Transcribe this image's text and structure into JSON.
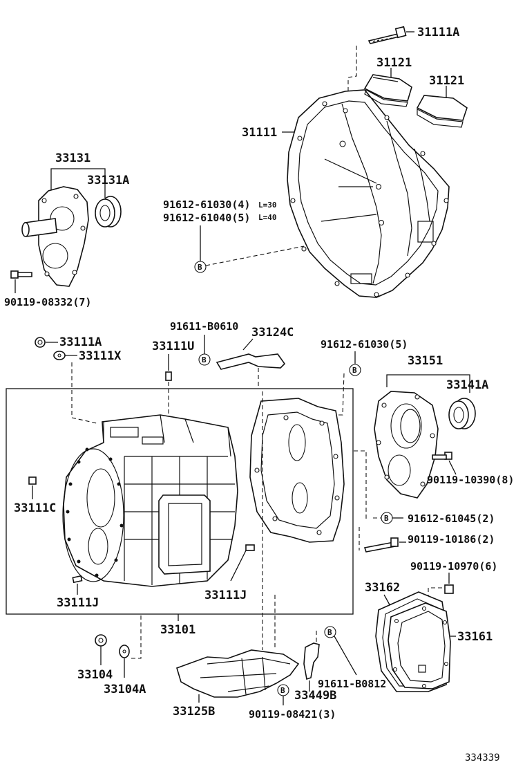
{
  "callouts": {
    "c31111A": "31111A",
    "c31121a": "31121",
    "c31121b": "31121",
    "c31111": "31111",
    "c33131": "33131",
    "c33131A": "33131A",
    "c91612_61030_4": "91612-61030(4)",
    "c91612_61040_5": "91612-61040(5)",
    "cL30": "L=30",
    "cL40": "L=40",
    "c90119_08332": "90119-08332(7)",
    "c91611_B0610": "91611-B0610",
    "c33124C": "33124C",
    "c91612_61030_5": "91612-61030(5)",
    "c33111A": "33111A",
    "c33111X": "33111X",
    "c33111U": "33111U",
    "c33151": "33151",
    "c33141A": "33141A",
    "c90119_10390": "90119-10390(8)",
    "c33111C": "33111C",
    "c91612_61045": "91612-61045(2)",
    "c90119_10186": "90119-10186(2)",
    "c90119_10970": "90119-10970(6)",
    "c33162": "33162",
    "c33161": "33161",
    "c33111J_left": "33111J",
    "c33111J_right": "33111J",
    "c33101": "33101",
    "c33104": "33104",
    "c33104A": "33104A",
    "c33125B": "33125B",
    "c91611_B0812": "91611-B0812",
    "c33449B": "33449B",
    "c90119_08421": "90119-08421(3)",
    "figure_number": "334339"
  },
  "markers": {
    "b": "B"
  }
}
